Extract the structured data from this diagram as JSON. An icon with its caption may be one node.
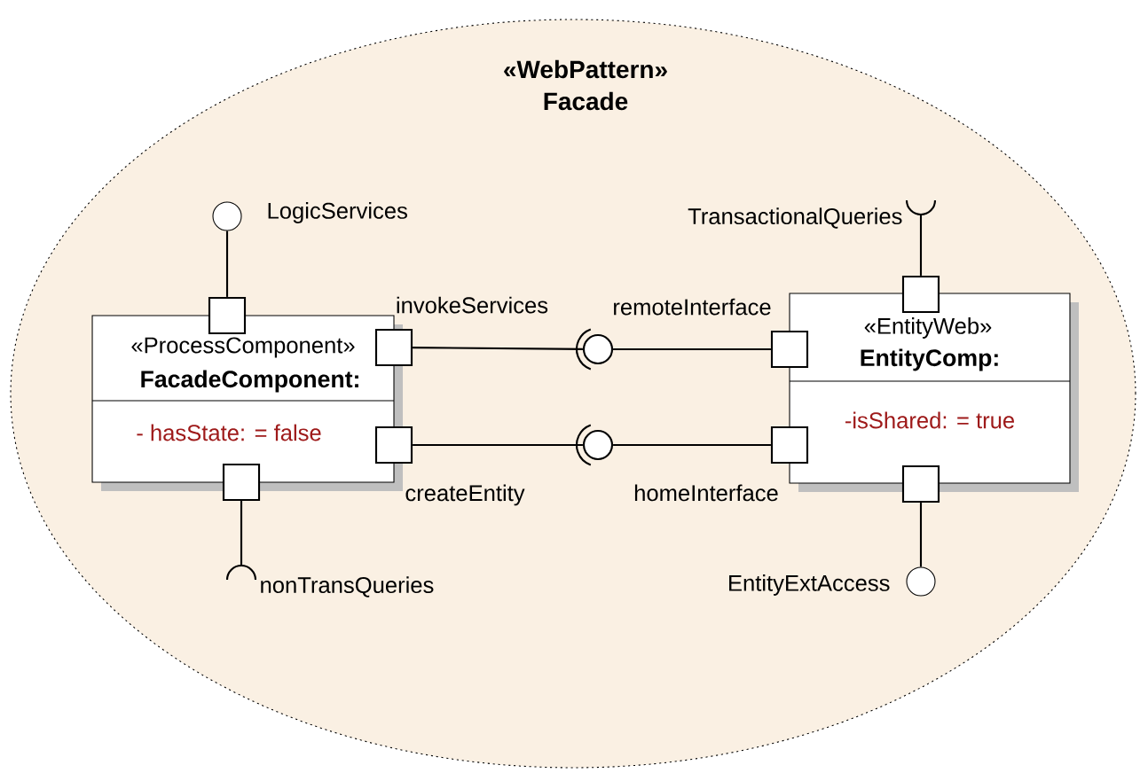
{
  "diagram": {
    "nodes": [
      {
        "text": [
          "«WebPattern»",
          "Facade"
        ]
      },
      {
        "text": [
          "«ProcessComponent»",
          "FacadeComponent:",
          "- hasState: = false"
        ],
        "in": 0
      },
      {
        "text": [
          "«EntityWeb»",
          "EntityComp:",
          "-isShared: = true"
        ],
        "in": 0
      },
      {
        "text": [],
        "shape": "box",
        "in": 0
      },
      {
        "text": [],
        "shape": "box",
        "beside": [
          "invokeServices"
        ],
        "in": 0
      },
      {
        "text": [],
        "shape": "box",
        "beside": [
          "createEntity"
        ],
        "in": 0
      },
      {
        "text": [],
        "shape": "box",
        "in": 0
      },
      {
        "text": [],
        "shape": "box",
        "in": 0
      },
      {
        "text": [],
        "shape": "box",
        "beside": [
          "remoteInterface"
        ],
        "in": 0
      },
      {
        "text": [],
        "shape": "box",
        "beside": [
          "homeInterface"
        ],
        "in": 0
      },
      {
        "text": [],
        "shape": "box",
        "in": 0
      },
      {
        "text": [],
        "shape": "circle",
        "beside": [
          "LogicServices"
        ],
        "in": 0
      },
      {
        "text": [],
        "shape": "arc",
        "beside": [
          "nonTransQueries"
        ],
        "in": 0
      },
      {
        "text": [],
        "shape": "arc",
        "beside": [
          "TransactionalQueries"
        ],
        "in": 0
      },
      {
        "text": [],
        "shape": "circle",
        "beside": [
          "EntityExtAccess"
        ],
        "in": 0
      },
      {
        "text": [],
        "shape": "circle",
        "in": 0
      },
      {
        "text": [],
        "shape": "circle",
        "in": 0
      }
    ],
    "edges": [
      {
        "from": 3,
        "to": 11,
        "arrow": "none"
      },
      {
        "from": 6,
        "to": 12,
        "arrow": "none"
      },
      {
        "from": 7,
        "to": 13,
        "arrow": "none"
      },
      {
        "from": 10,
        "to": 14,
        "arrow": "none"
      },
      {
        "from": 4,
        "to": 15,
        "arrow": "none"
      },
      {
        "from": 15,
        "to": 8,
        "arrow": "none"
      },
      {
        "from": 5,
        "to": 16,
        "arrow": "none"
      },
      {
        "from": 16,
        "to": 9,
        "arrow": "none"
      }
    ]
  }
}
